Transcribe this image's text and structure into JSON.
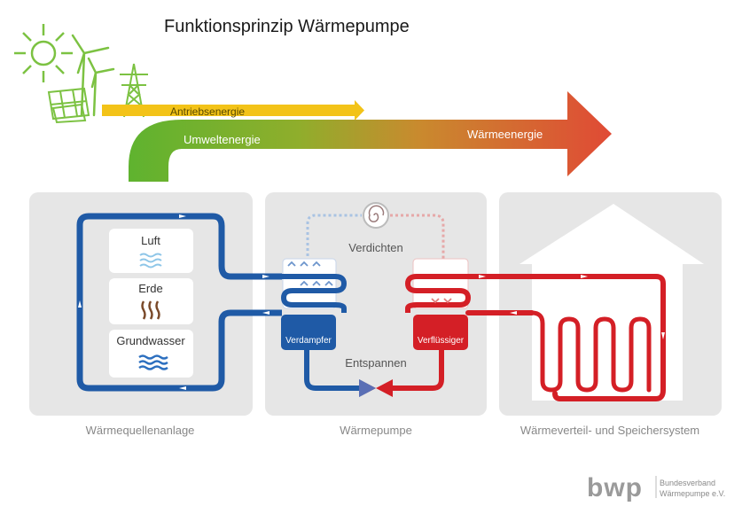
{
  "title": "Funktionsprinzip Wärmepumpe",
  "energy": {
    "drive": "Antriebsenergie",
    "environment": "Umweltenergie",
    "heat": "Wärmeenergie"
  },
  "sources": {
    "air": "Luft",
    "earth": "Erde",
    "groundwater": "Grundwasser"
  },
  "heat_pump": {
    "compress": "Verdichten",
    "expand": "Entspannen",
    "evaporator": "Verdampfer",
    "condenser": "Verflüssiger"
  },
  "sections": {
    "source_system": "Wärmequellenanlage",
    "heat_pump": "Wärmepumpe",
    "distribution": "Wärmeverteil- und Speichersystem"
  },
  "logo": {
    "wordmark": "bwp",
    "line1": "Bundesverband",
    "line2": "Wärmepumpe e.V."
  },
  "colors": {
    "panel": "#e6e6e6",
    "blue": "#1f5aa6",
    "red": "#d41f26",
    "green": "#7cc242",
    "yellow": "#f2c318",
    "orange": "#e06a3a",
    "brown": "#7a4a2a",
    "water": "#2c6fbf",
    "air": "#8ec6e8"
  },
  "icons": [
    "sun-icon",
    "solar-panel-icon",
    "wind-turbine-icon",
    "power-pylon-icon",
    "compressor-icon",
    "expansion-valve-icon",
    "house-icon",
    "air-waves-icon",
    "earth-waves-icon",
    "water-waves-icon"
  ]
}
